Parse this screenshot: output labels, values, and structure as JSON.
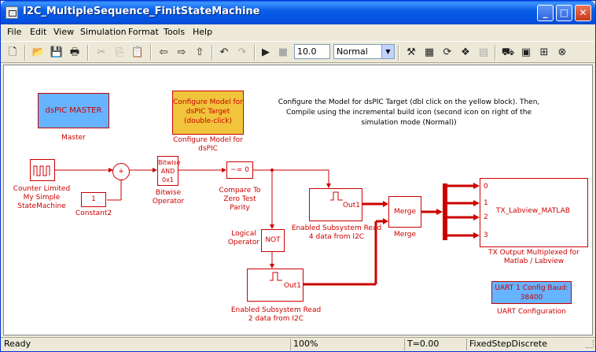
{
  "window": {
    "title": "I2C_MultipleSequence_FinitStateMachine"
  },
  "menu": [
    "File",
    "Edit",
    "View",
    "Simulation",
    "Format",
    "Tools",
    "Help"
  ],
  "toolbar": {
    "stop_time": "10.0",
    "sim_mode": "Normal"
  },
  "blocks": {
    "master": {
      "text": "dsPIC MASTER",
      "label": "Master"
    },
    "configure": {
      "text": "Configure Model for dsPIC Target (double-click)",
      "label": "Configure Model for dsPIC"
    },
    "counter": {
      "label": "Counter Limited My Simple StateMachine"
    },
    "constant": {
      "text": "1",
      "label": "Constant2"
    },
    "bitwise": {
      "text": "Bitwise AND 0x1",
      "label": "Bitwise Operator"
    },
    "compare": {
      "text": "~= 0",
      "label": "Compare To Zero Test Parity"
    },
    "not": {
      "text": "NOT",
      "label": "Logical Operator"
    },
    "subsys1": {
      "port": "Out1",
      "label": "Enabled Subsystem Read 4 data from I2C"
    },
    "subsys2": {
      "port": "Out1",
      "label": "Enabled Subsystem Read 2 data from I2C"
    },
    "merge": {
      "text": "Merge",
      "label": "Merge"
    },
    "tx": {
      "text": "TX_Labview_MATLAB",
      "ports": [
        "0",
        "1",
        "2",
        "3"
      ],
      "label": "TX Output Multiplexed for Matlab / Labview"
    },
    "uart": {
      "text": "UART 1 Config Baud: 38400",
      "label": "UART Configuration"
    }
  },
  "note": "Configure the Model for dsPIC Target (dbl click on the yellow block). Then, Compile using the incremental build icon (second icon on right of the simulation mode (Normal))",
  "status": {
    "ready": "Ready",
    "zoom": "100%",
    "time": "T=0.00",
    "solver": "FixedStepDiscrete"
  },
  "colors": {
    "signal": "#cc0000",
    "master_fill": "#66b3ff",
    "configure_fill": "#f0c53c"
  }
}
